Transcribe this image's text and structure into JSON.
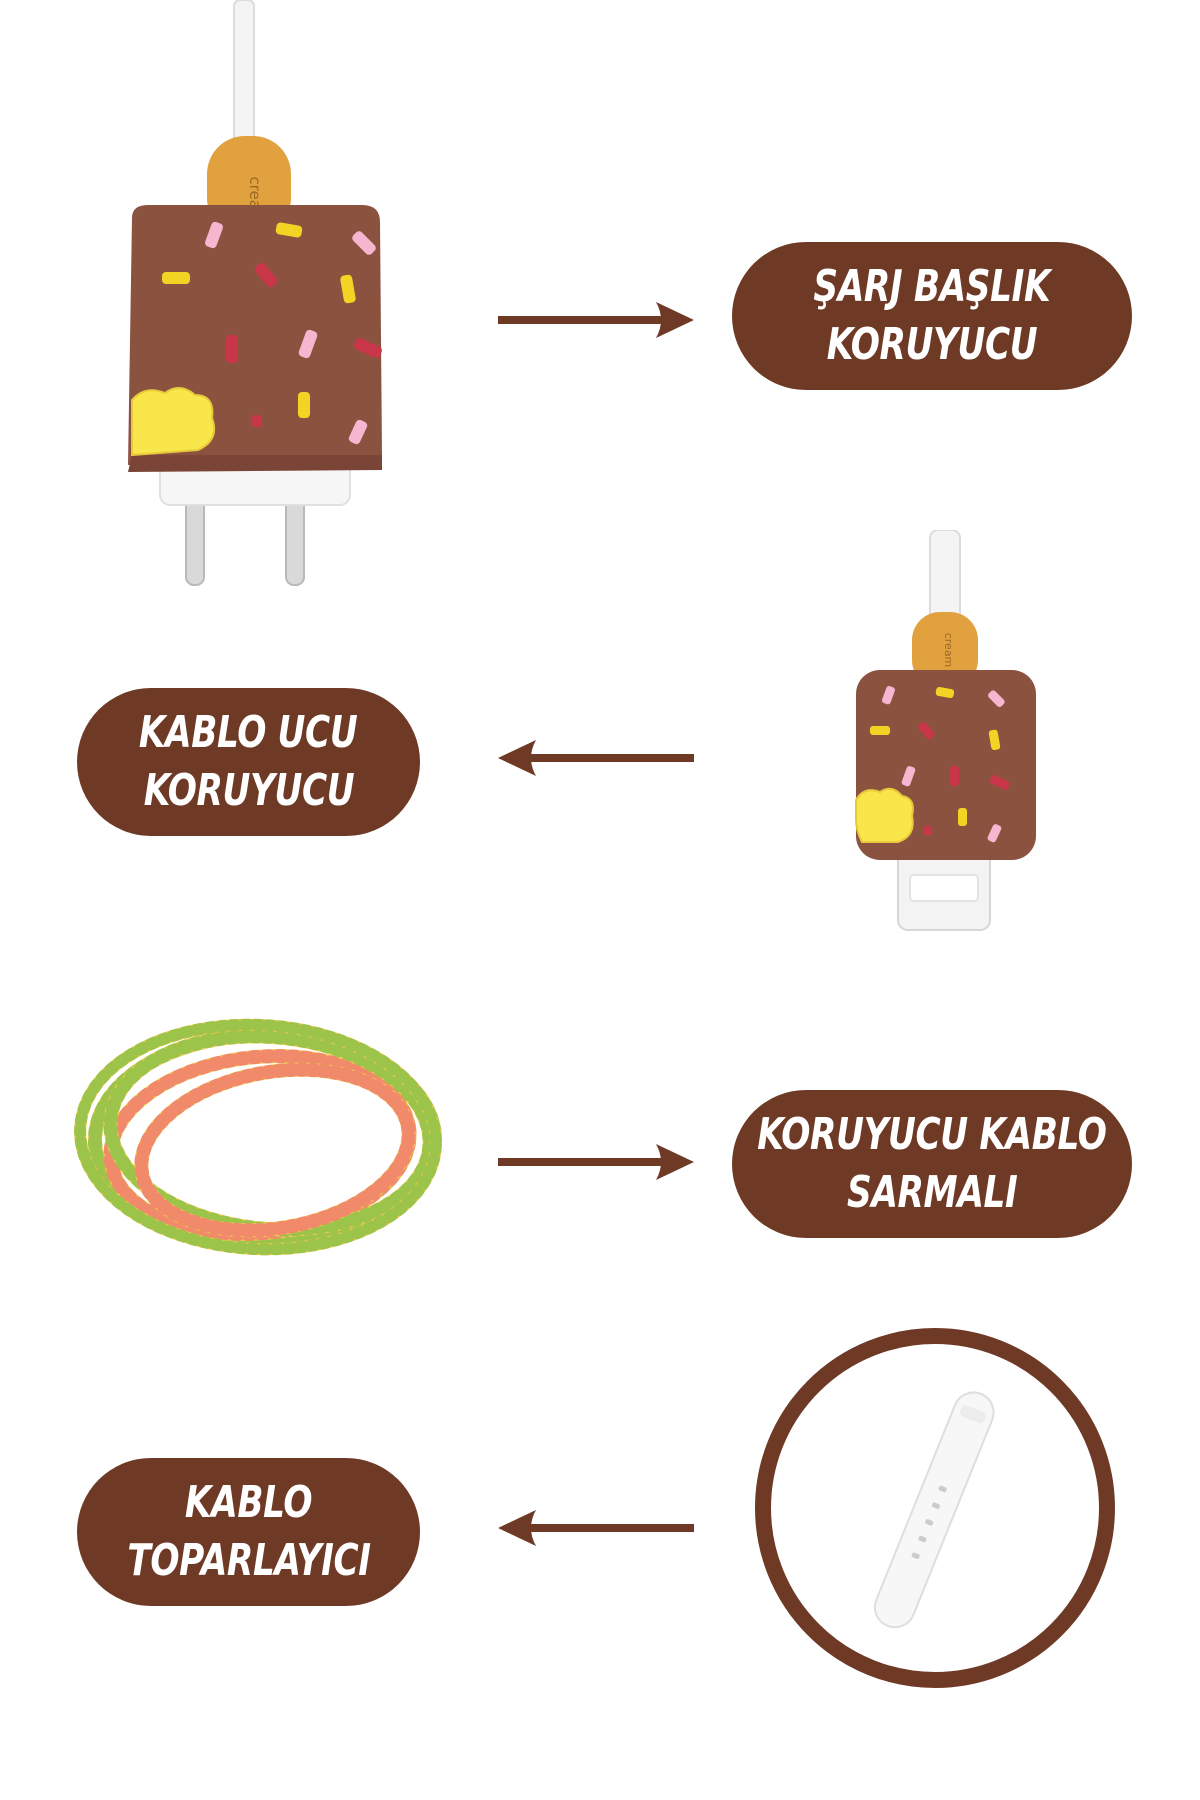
{
  "colors": {
    "label_background": "#6e3a25",
    "label_text": "#ffffff",
    "arrow": "#6e3a25",
    "chocolate": "#8b5240",
    "stick": "#e2a13f",
    "cream": "#f9e64a"
  },
  "items": [
    {
      "id": "charger-head-protector",
      "label_lines": [
        "ŞARJ BAŞLIK",
        "KORUYUCU"
      ],
      "arrow_direction": "right",
      "image_icon": "ice-cream-charger-cover-icon",
      "stick_text": "cream"
    },
    {
      "id": "cable-tip-protector",
      "label_lines": [
        "KABLO UCU",
        "KORUYUCU"
      ],
      "arrow_direction": "left",
      "image_icon": "ice-cream-cable-tip-icon",
      "stick_text": "cream"
    },
    {
      "id": "cable-spiral-wrap",
      "label_lines": [
        "KORUYUCU KABLO",
        "SARMALI"
      ],
      "arrow_direction": "right",
      "image_icon": "spiral-cable-wrap-icon"
    },
    {
      "id": "cable-organizer",
      "label_lines": [
        "KABLO",
        "TOPARLAYICI"
      ],
      "arrow_direction": "left",
      "image_icon": "cable-organizer-strap-icon"
    }
  ]
}
